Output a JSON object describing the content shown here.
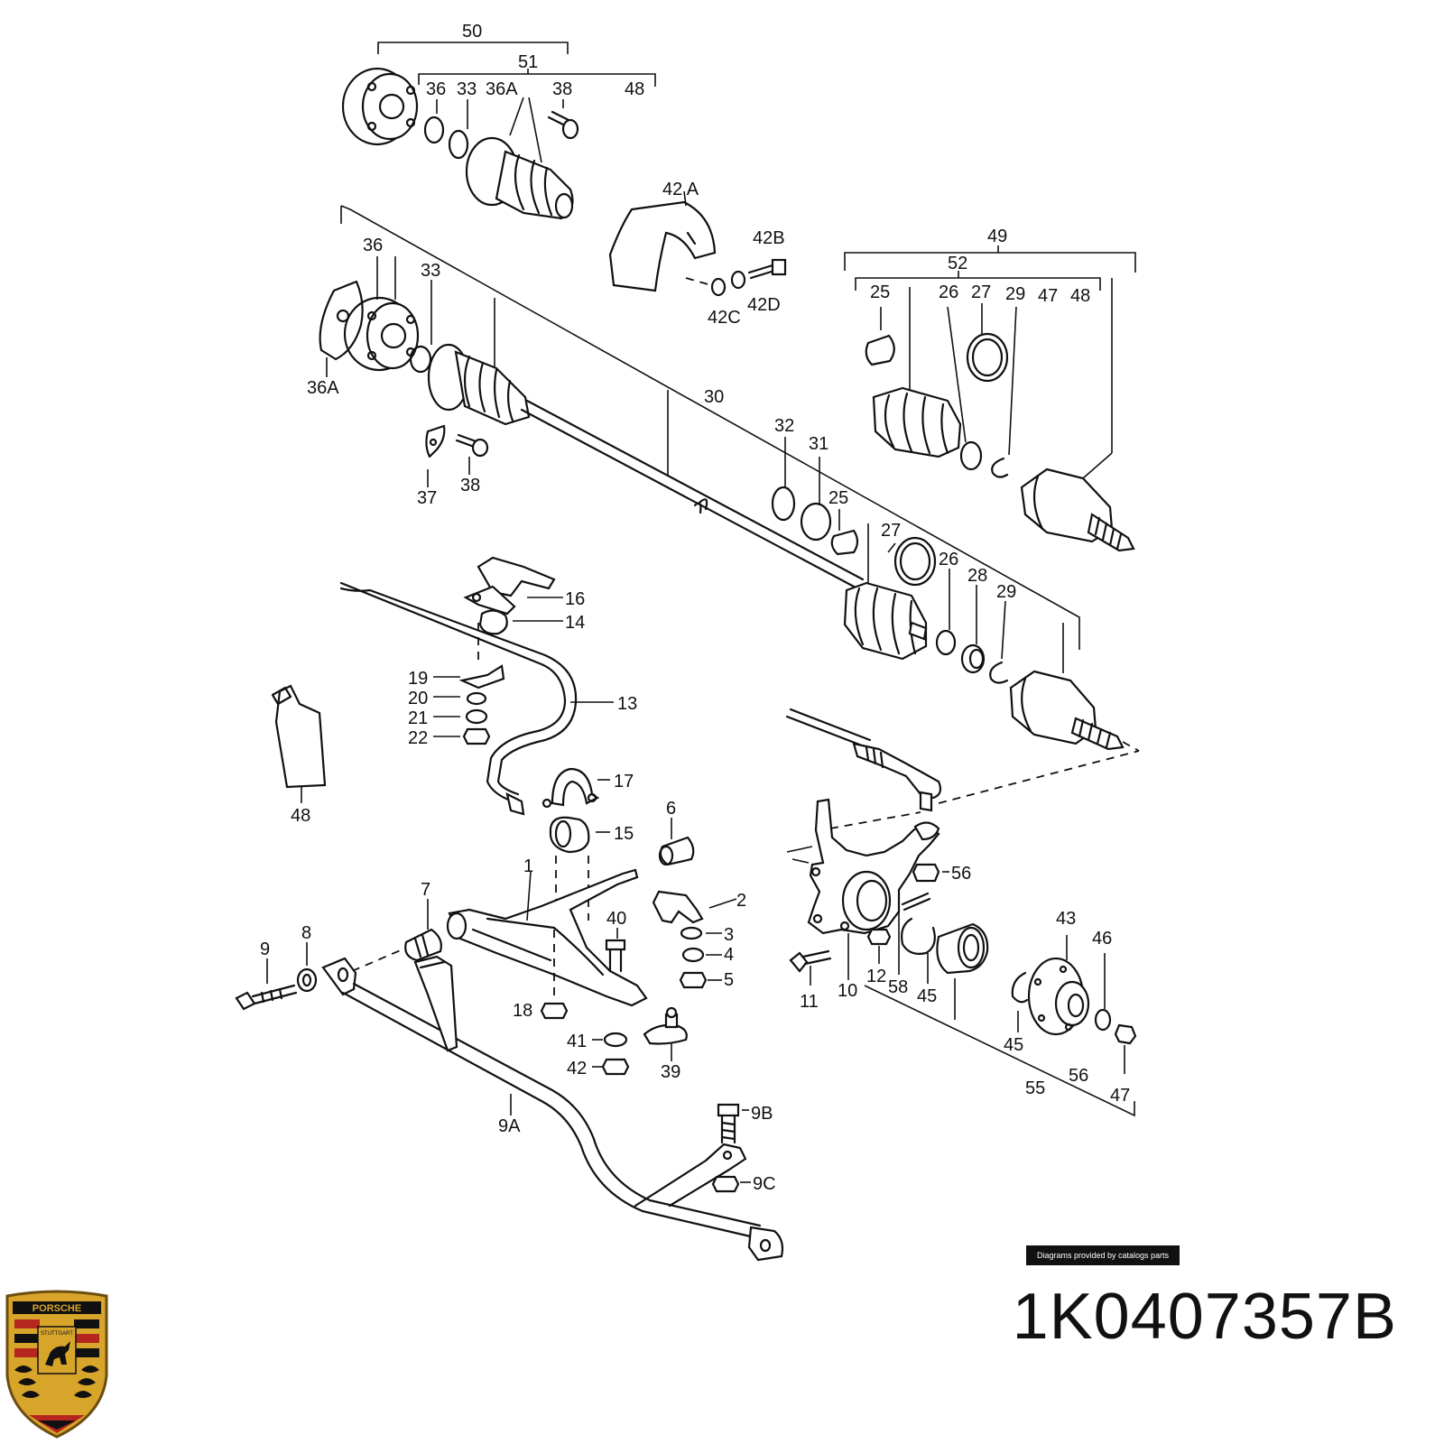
{
  "part_number": "1K0407357B",
  "credit": "Diagrams provided by catalogs parts",
  "brand": {
    "logo_text": "PORSCHE",
    "logo_city": "STUTTGART",
    "colors": {
      "gold": "#d8a52b",
      "red": "#b5261e",
      "black": "#111111"
    }
  },
  "labels": {
    "l50": "50",
    "l51": "51",
    "l36a": "36",
    "l33a": "33",
    "l36Aa": "36A",
    "l38a": "38",
    "l48a": "48",
    "l42A": "42 A",
    "l42B": "42B",
    "l42C": "42C",
    "l42D": "42D",
    "l36b": "36",
    "l33b": "33",
    "l36Ab": "36A",
    "l37": "37",
    "l38b": "38",
    "l30": "30",
    "l49": "49",
    "l52": "52",
    "l25a": "25",
    "l26a": "26",
    "l27a": "27",
    "l29a": "29",
    "l47a": "47",
    "l48b": "48",
    "l32": "32",
    "l31": "31",
    "l25b": "25",
    "l27b": "27",
    "l26b": "26",
    "l28": "28",
    "l29b": "29",
    "l16": "16",
    "l14": "14",
    "l13": "13",
    "l19": "19",
    "l20": "20",
    "l21": "21",
    "l22": "22",
    "l48c": "48",
    "l17": "17",
    "l15": "15",
    "l6": "6",
    "l1": "1",
    "l2": "2",
    "l3": "3",
    "l4": "4",
    "l5": "5",
    "l7": "7",
    "l8": "8",
    "l9": "9",
    "l40": "40",
    "l18": "18",
    "l41": "41",
    "l42": "42",
    "l39": "39",
    "l9A": "9A",
    "l9B": "9B",
    "l9C": "9C",
    "l56a": "56",
    "l11": "11",
    "l10": "10",
    "l12": "12",
    "l58": "58",
    "l45a": "45",
    "l43": "43",
    "l46": "46",
    "l45b": "45",
    "l55": "55",
    "l56b": "56",
    "l47b": "47"
  }
}
